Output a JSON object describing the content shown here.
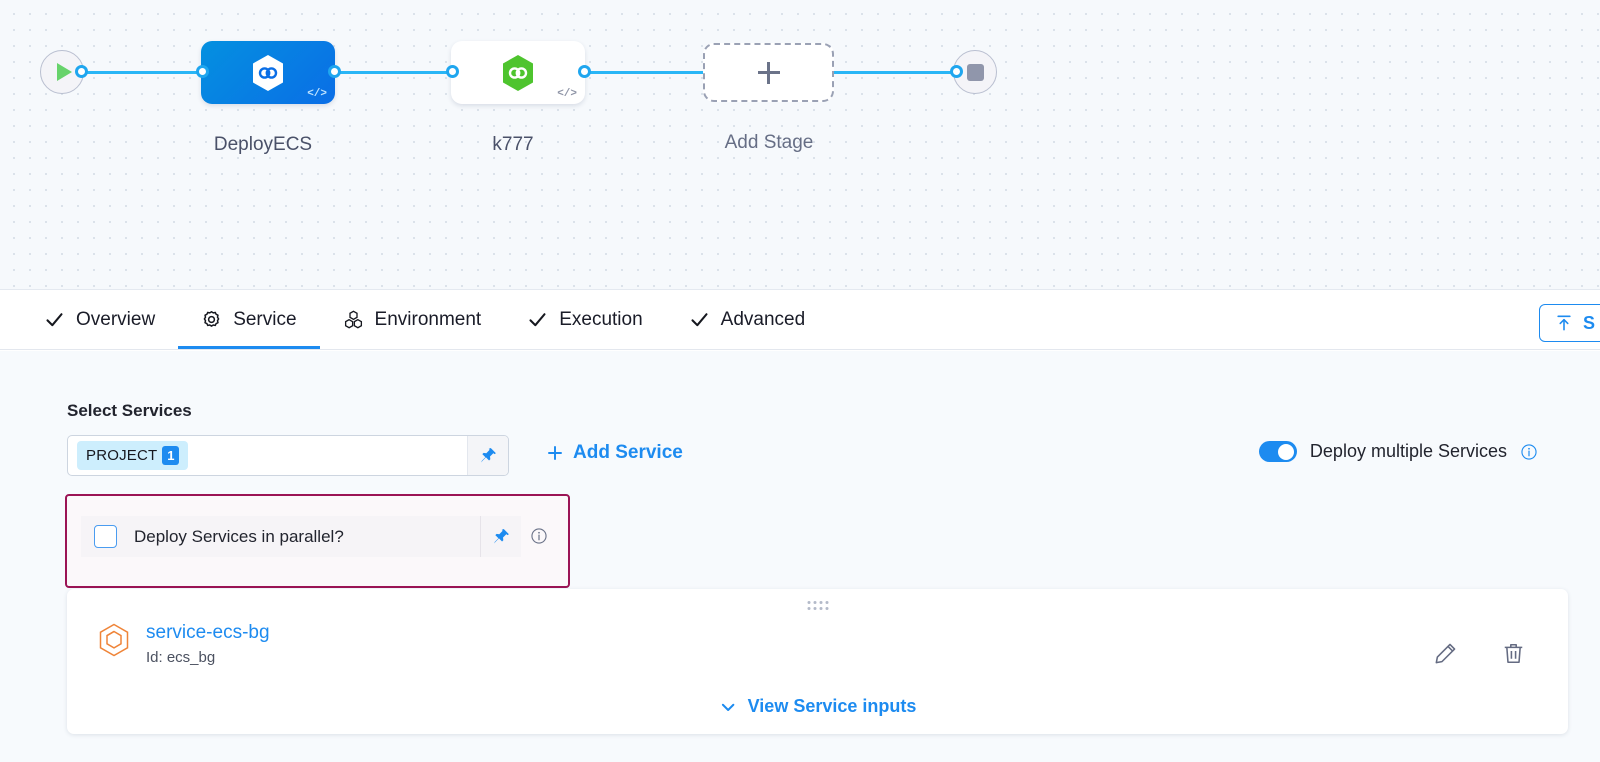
{
  "pipeline": {
    "start_node": "start-node",
    "end_node": "end-node",
    "stages": [
      {
        "label": "DeployECS",
        "type": "deployment",
        "state": "selected",
        "code_tag": "</>"
      },
      {
        "label": "k777",
        "type": "deployment",
        "state": "default",
        "code_tag": "</>"
      }
    ],
    "add_stage_label": "Add Stage",
    "add_stage_icon": "plus-icon",
    "colors": {
      "wire": "#29b6f6",
      "selected_stage": "#0a6ee6",
      "stage_logo_green": "#4ec42e"
    }
  },
  "tabs": [
    {
      "label": "Overview",
      "icon": "check-icon",
      "active": false
    },
    {
      "label": "Service",
      "icon": "gear-icon",
      "active": true
    },
    {
      "label": "Environment",
      "icon": "hexagon-cluster-icon",
      "active": false
    },
    {
      "label": "Execution",
      "icon": "check-icon",
      "active": false
    },
    {
      "label": "Advanced",
      "icon": "check-icon",
      "active": false
    }
  ],
  "toolbar": {
    "submit_label": "S",
    "submit_icon": "upload-icon"
  },
  "service_section": {
    "title": "Select Services",
    "selected_tag": {
      "text": "PROJECT",
      "count": "1"
    },
    "pin_icon": "pin-icon",
    "add_service_label": "Add Service",
    "add_service_icon": "plus-icon",
    "toggle": {
      "label": "Deploy multiple Services",
      "state": "on",
      "info_icon": "info-icon"
    },
    "parallel": {
      "label": "Deploy Services in parallel?",
      "checked": false,
      "pin_icon": "pin-icon",
      "info_icon": "info-icon",
      "highlight_color": "#9b1455"
    },
    "service_card": {
      "drag_handle": "drag-handle-icon",
      "service_icon": "service-hexagon-icon",
      "name": "service-ecs-bg",
      "id_text": "Id: ecs_bg",
      "edit_icon": "pencil-icon",
      "delete_icon": "trash-icon",
      "view_inputs_label": "View Service inputs",
      "view_inputs_icon": "chevron-down-icon"
    }
  }
}
